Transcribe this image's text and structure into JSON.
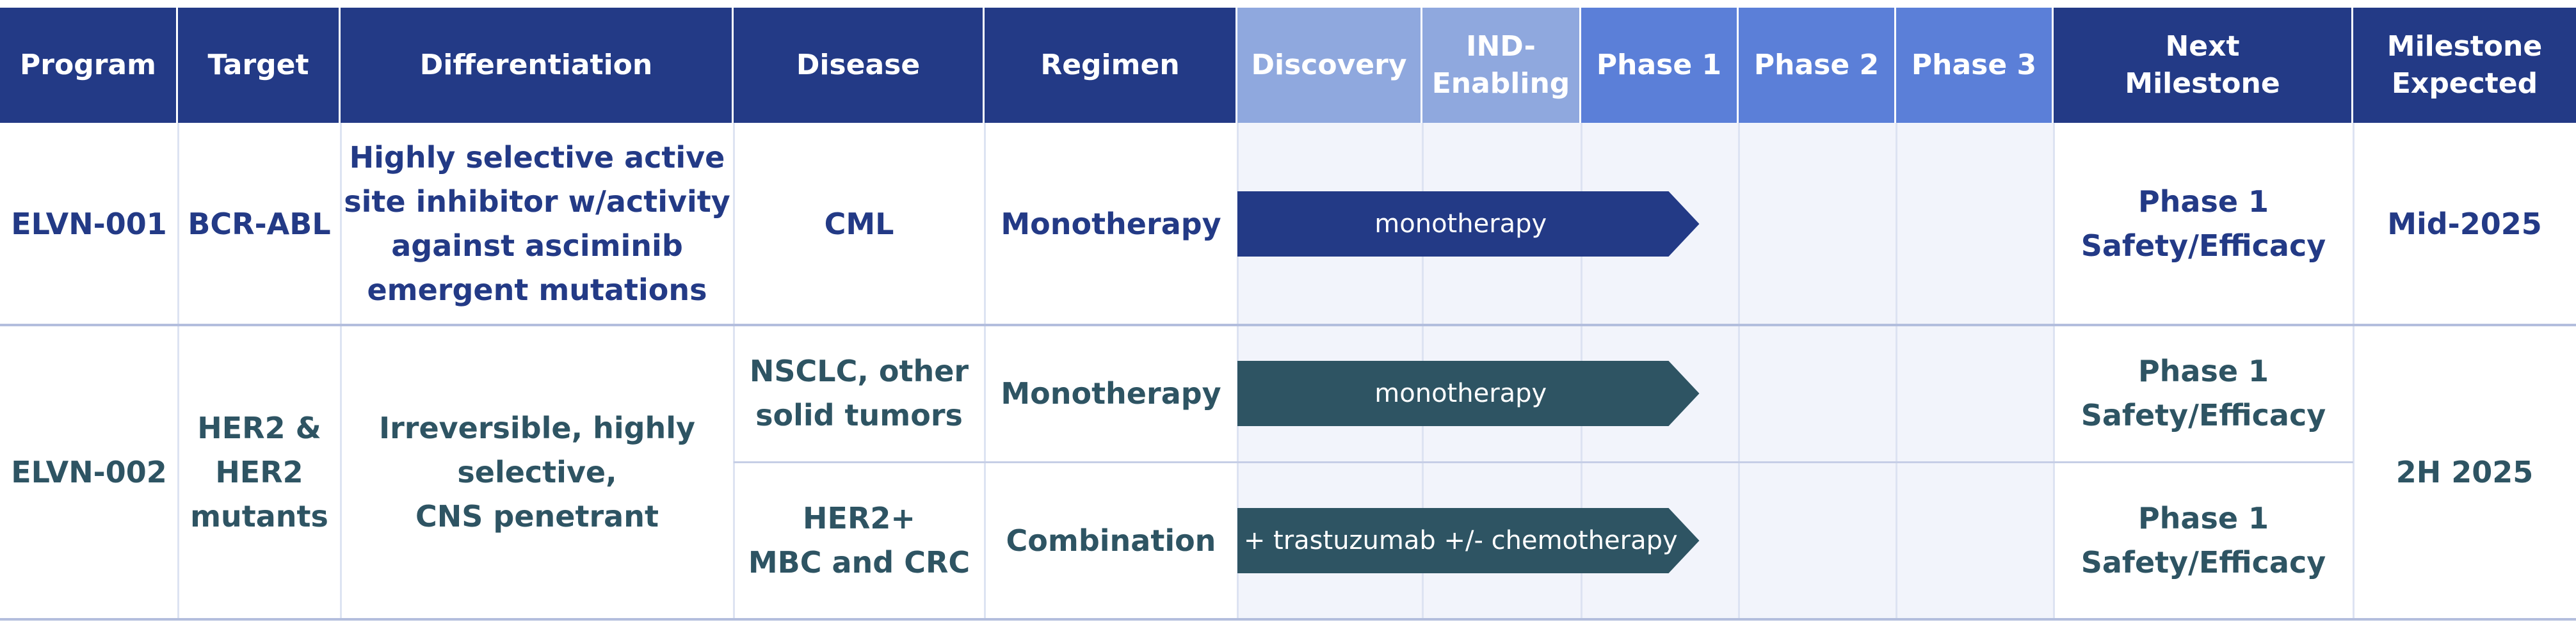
{
  "chart_data": {
    "type": "table",
    "columns": [
      {
        "key": "program",
        "label": "Program",
        "color": "#233a86"
      },
      {
        "key": "target",
        "label": "Target",
        "color": "#233a86"
      },
      {
        "key": "differentiation",
        "label": "Differentiation",
        "color": "#233a86"
      },
      {
        "key": "disease",
        "label": "Disease",
        "color": "#233a86"
      },
      {
        "key": "regimen",
        "label": "Regimen",
        "color": "#233a86"
      },
      {
        "key": "discovery",
        "label": "Discovery",
        "color": "#8fa8de"
      },
      {
        "key": "ind",
        "label": "IND-\nEnabling",
        "color": "#8fa8de"
      },
      {
        "key": "phase1",
        "label": "Phase 1",
        "color": "#5b7fd8"
      },
      {
        "key": "phase2",
        "label": "Phase 2",
        "color": "#5b7fd8"
      },
      {
        "key": "phase3",
        "label": "Phase 3",
        "color": "#5b7fd8"
      },
      {
        "key": "next",
        "label": "Next\nMilestone",
        "color": "#233a86"
      },
      {
        "key": "expected",
        "label": "Milestone\nExpected",
        "color": "#233a86"
      }
    ],
    "stages": [
      "Discovery",
      "IND-Enabling",
      "Phase 1",
      "Phase 2",
      "Phase 3"
    ],
    "programs": [
      {
        "program": "ELVN-001",
        "target": "BCR-ABL",
        "differentiation": "Highly selective active\nsite inhibitor w/activity\nagainst asciminib\nemergent mutations",
        "milestone_expected": "Mid-2025",
        "color": "#233a86",
        "indications": [
          {
            "disease": "CML",
            "regimen": "Monotherapy",
            "bar_label": "monotherapy",
            "stage_progress": 2.75,
            "next_milestone": "Phase 1\nSafety/Efficacy"
          }
        ]
      },
      {
        "program": "ELVN-002",
        "target": "HER2 &\nHER2\nmutants",
        "differentiation": "Irreversible, highly\nselective,\nCNS penetrant",
        "milestone_expected": "2H 2025",
        "color": "#2e5463",
        "indications": [
          {
            "disease": "NSCLC, other\nsolid tumors",
            "regimen": "Monotherapy",
            "bar_label": "monotherapy",
            "stage_progress": 2.75,
            "next_milestone": "Phase 1\nSafety/Efficacy"
          },
          {
            "disease": "HER2+\nMBC and CRC",
            "regimen": "Combination",
            "bar_label": "+ trastuzumab +/- chemotherapy",
            "stage_progress": 2.75,
            "next_milestone": "Phase 1\nSafety/Efficacy"
          }
        ]
      }
    ]
  }
}
